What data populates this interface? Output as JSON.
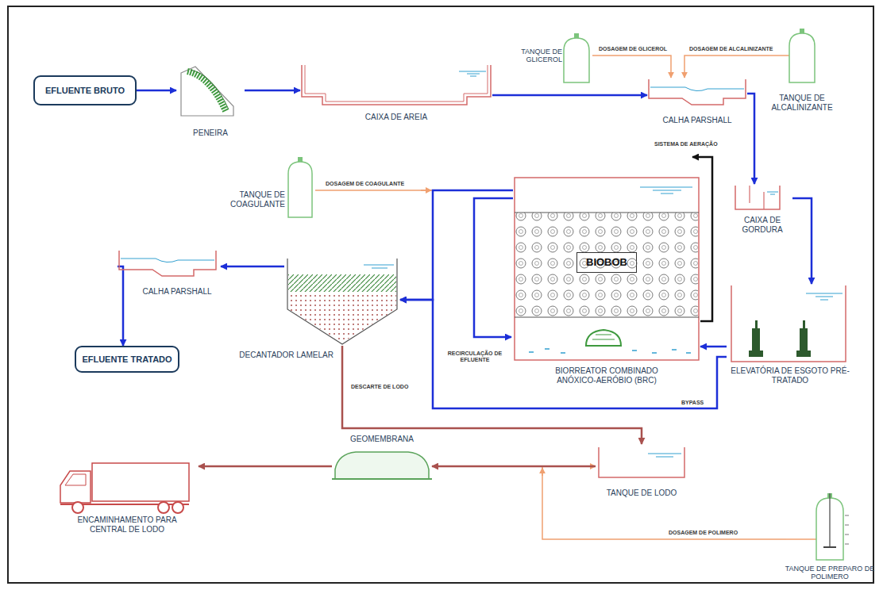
{
  "diagram": {
    "nodes": [
      {
        "text": [
          "EFLUENTE BRUTO"
        ]
      },
      {
        "text": [
          "PENEIRA"
        ]
      },
      {
        "text": [
          "CAIXA DE AREIA"
        ]
      },
      {
        "text": [
          "TANQUE DE GLICEROL"
        ]
      },
      {
        "text": [
          "CALHA PARSHALL"
        ]
      },
      {
        "text": [
          "TANQUE DE ALCALINIZANTE"
        ]
      },
      {
        "text": [
          "CAIXA DE GORDURA"
        ]
      },
      {
        "text": [
          "ELEVATÓRIA DE ESGOTO PRÉ-TRATADO"
        ]
      },
      {
        "text": [
          "BIORREATOR COMBINADO ANÓXICO-AERÓBIO (BRC)"
        ]
      },
      {
        "text": [
          "BIOBOB"
        ],
        "in": 8
      },
      {
        "text": [
          "TANQUE DE COAGULANTE"
        ]
      },
      {
        "text": [
          "DECANTADOR LAMELAR"
        ]
      },
      {
        "text": [
          "CALHA PARSHALL"
        ]
      },
      {
        "text": [
          "EFLUENTE TRATADO"
        ]
      },
      {
        "text": [
          "TANQUE DE LODO"
        ]
      },
      {
        "text": [
          "GEOMEMBRANA"
        ]
      },
      {
        "text": [
          "ENCAMINHAMENTO PARA CENTRAL DE LODO"
        ]
      },
      {
        "text": [
          "TANQUE DE PREPARO DE POLIMERO"
        ]
      }
    ],
    "edges": [
      {
        "from": 0,
        "to": 1,
        "arrow": "to"
      },
      {
        "from": 1,
        "to": 2,
        "arrow": "to"
      },
      {
        "from": 2,
        "to": 4,
        "arrow": "to"
      },
      {
        "from": 3,
        "to": 4,
        "arrow": "to",
        "label": "DOSAGEM DE GLICEROL"
      },
      {
        "from": 5,
        "to": 4,
        "arrow": "to",
        "label": "DOSAGEM DE ALCALINIZANTE"
      },
      {
        "from": 4,
        "to": 6,
        "arrow": "to"
      },
      {
        "from": 6,
        "to": 7,
        "arrow": "to"
      },
      {
        "from": 7,
        "to": 8,
        "arrow": "to"
      },
      {
        "from": 7,
        "to": 11,
        "arrow": "to",
        "label": "BYPASS"
      },
      {
        "from": 8,
        "to": 11,
        "arrow": "to"
      },
      {
        "from": 10,
        "to": 11,
        "arrow": "to",
        "label": "DOSAGEM DE COAGULANTE"
      },
      {
        "from": 11,
        "to": 12,
        "arrow": "to"
      },
      {
        "from": 12,
        "to": 13,
        "arrow": "to"
      },
      {
        "from": 11,
        "to": 14,
        "arrow": "to",
        "label": "DESCARTE DE LODO"
      },
      {
        "from": 14,
        "to": 15,
        "arrow": "to"
      },
      {
        "from": 15,
        "to": 16,
        "arrow": "to"
      },
      {
        "from": 17,
        "to": 14,
        "arrow": "to",
        "label": "DOSAGEM DE POLIMERO"
      }
    ],
    "labels": [
      "SISTEMA DE AERAÇÃO",
      "RECIRCULAÇÃO DE EFLUENTE"
    ]
  }
}
